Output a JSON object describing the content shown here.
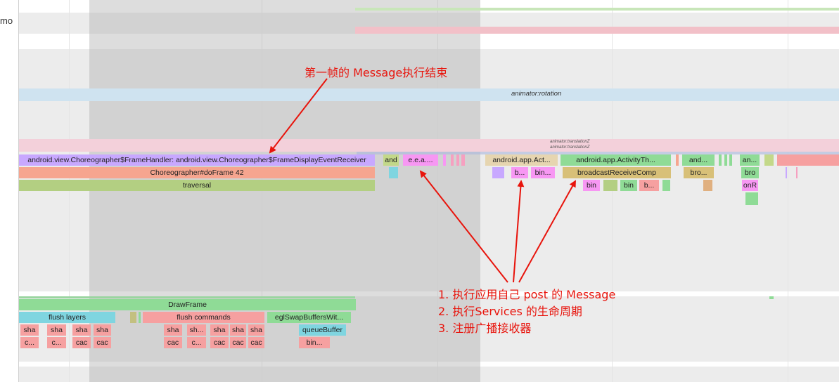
{
  "track_label": "mo",
  "track_names": {
    "rotation": "animator:rotation",
    "translation_a": "animator:translationZ",
    "translation_b": "animator:translationZ"
  },
  "main_thread": {
    "row1": [
      "android.view.Choreographer$FrameHandler: android.view.Choreographer$FrameDisplayEventReceiver",
      "and",
      "e.e.a....",
      "android.app.Act...",
      "android.app.ActivityTh...",
      "and...",
      "an..."
    ],
    "row2": [
      "Choreographer#doFrame 42",
      "b...",
      "bin...",
      "broadcastReceiveComp",
      "bro...",
      "bro"
    ],
    "row3": [
      "traversal",
      "bin",
      "bin",
      "b...",
      "onR"
    ]
  },
  "render_thread": {
    "row1": [
      "DrawFrame"
    ],
    "row2": [
      "flush layers",
      "flush commands",
      "eglSwapBuffersWit..."
    ],
    "row3": [
      "sha",
      "sha",
      "sha",
      "sha",
      "sha",
      "sh...",
      "sha",
      "sha",
      "sha",
      "queueBuffer"
    ],
    "row4": [
      "c...",
      "c...",
      "cac",
      "cac",
      "cac",
      "c...",
      "cac",
      "cac",
      "cac",
      "bin..."
    ]
  },
  "annotations": {
    "top": "第一帧的 Message执行结束",
    "list": [
      "1. 执行应用自己 post 的 Message",
      "2. 执行Services 的生命周期",
      "3. 注册广播接收器"
    ]
  },
  "colors": {
    "annotation": "#e8140c",
    "selection": "#d7d7d7",
    "purple": "#c8a8ff",
    "salmon": "#f6a58f",
    "olive": "#b3cf82",
    "green": "#8fdb96",
    "cyan": "#7fd5e0",
    "pink": "#f797f3",
    "tan": "#e6d5b0"
  }
}
